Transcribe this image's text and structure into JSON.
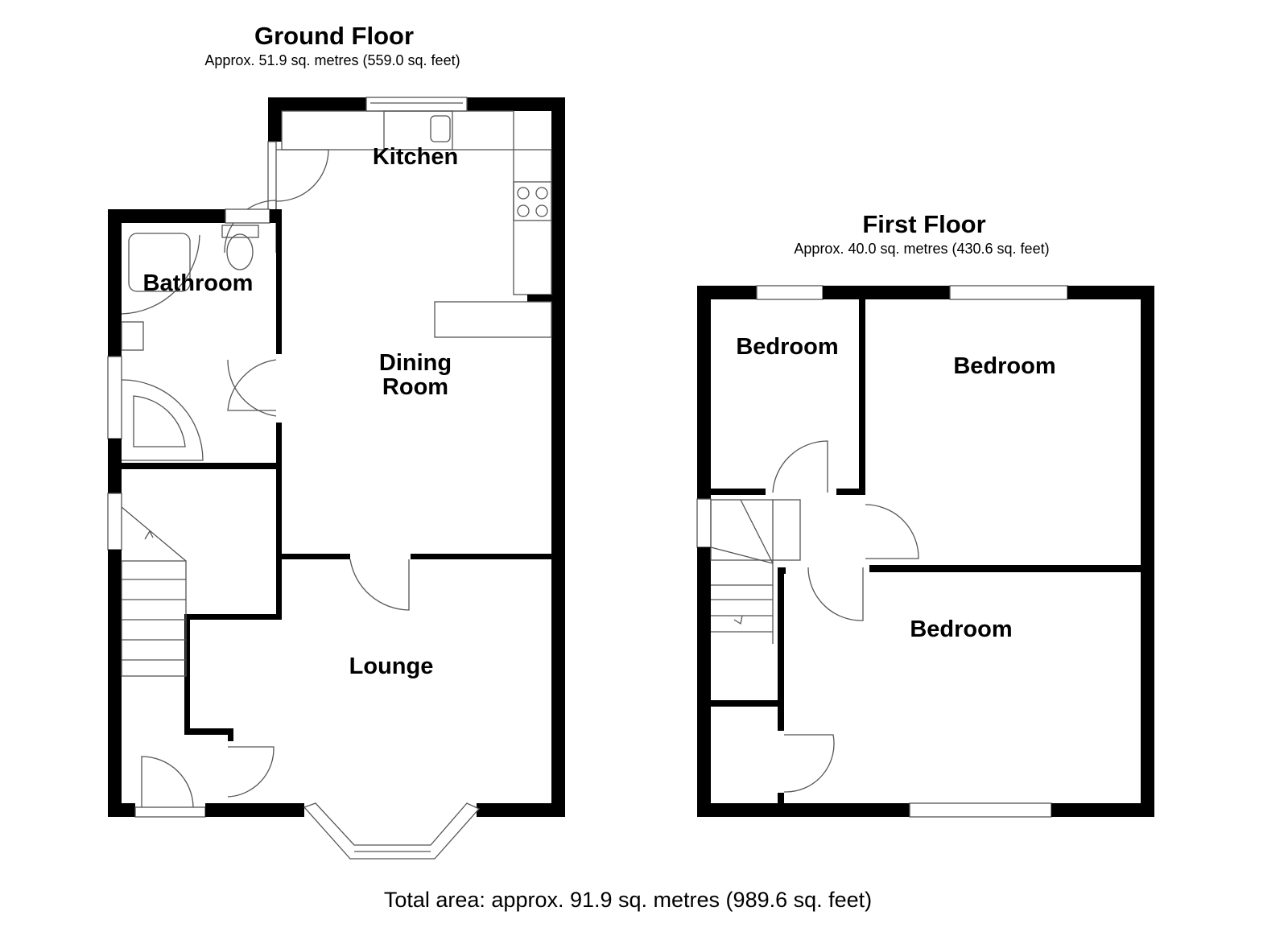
{
  "ground_floor": {
    "title": "Ground Floor",
    "area": "Approx. 51.9 sq. metres (559.0 sq. feet)",
    "rooms": [
      "Kitchen",
      "Bathroom",
      "Dining Room",
      "Lounge"
    ]
  },
  "first_floor": {
    "title": "First Floor",
    "area": "Approx. 40.0 sq. metres (430.6 sq. feet)",
    "rooms": [
      "Bedroom",
      "Bedroom",
      "Bedroom"
    ]
  },
  "total_area": "Total area: approx. 91.9 sq. metres (989.6 sq. feet)"
}
